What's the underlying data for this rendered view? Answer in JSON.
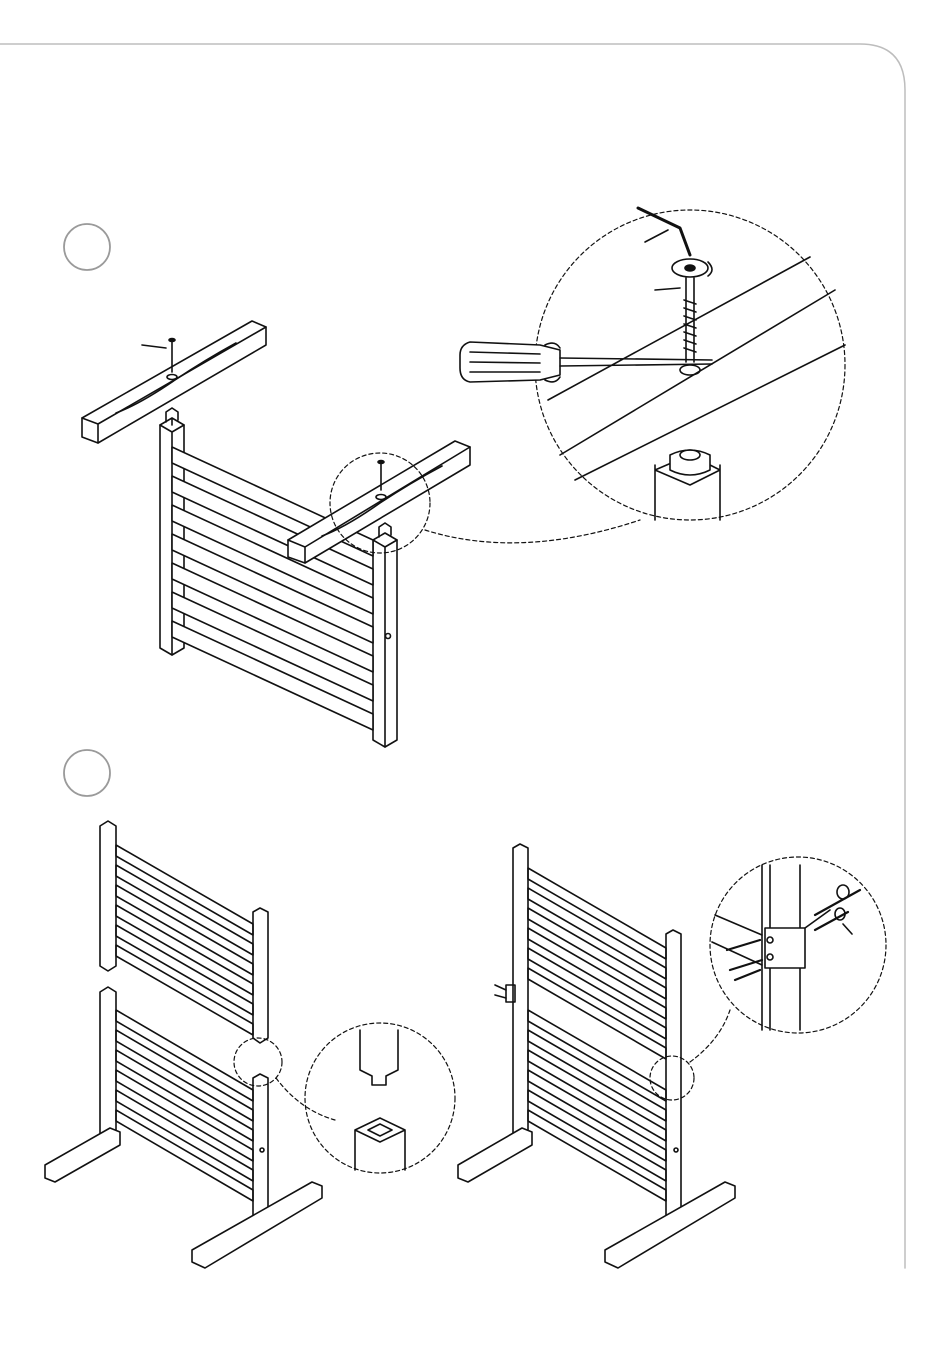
{
  "page": {
    "colors": {
      "line": "#111111",
      "frame": "#bdbdbd",
      "background": "#ffffff"
    }
  },
  "steps": [
    {
      "id": "step-1",
      "number": "",
      "parts": [
        "bolt",
        "washer",
        "foot-beam",
        "slatted-panel"
      ],
      "tools": [
        "allen-key",
        "screwdriver"
      ]
    },
    {
      "id": "step-2",
      "number": "",
      "parts": [
        "upper-panel",
        "lower-panel",
        "connector-bracket",
        "screws",
        "washer"
      ],
      "tools": []
    }
  ],
  "labels": {
    "allen_key": "",
    "bolt": "",
    "screw": "",
    "washer": ""
  }
}
